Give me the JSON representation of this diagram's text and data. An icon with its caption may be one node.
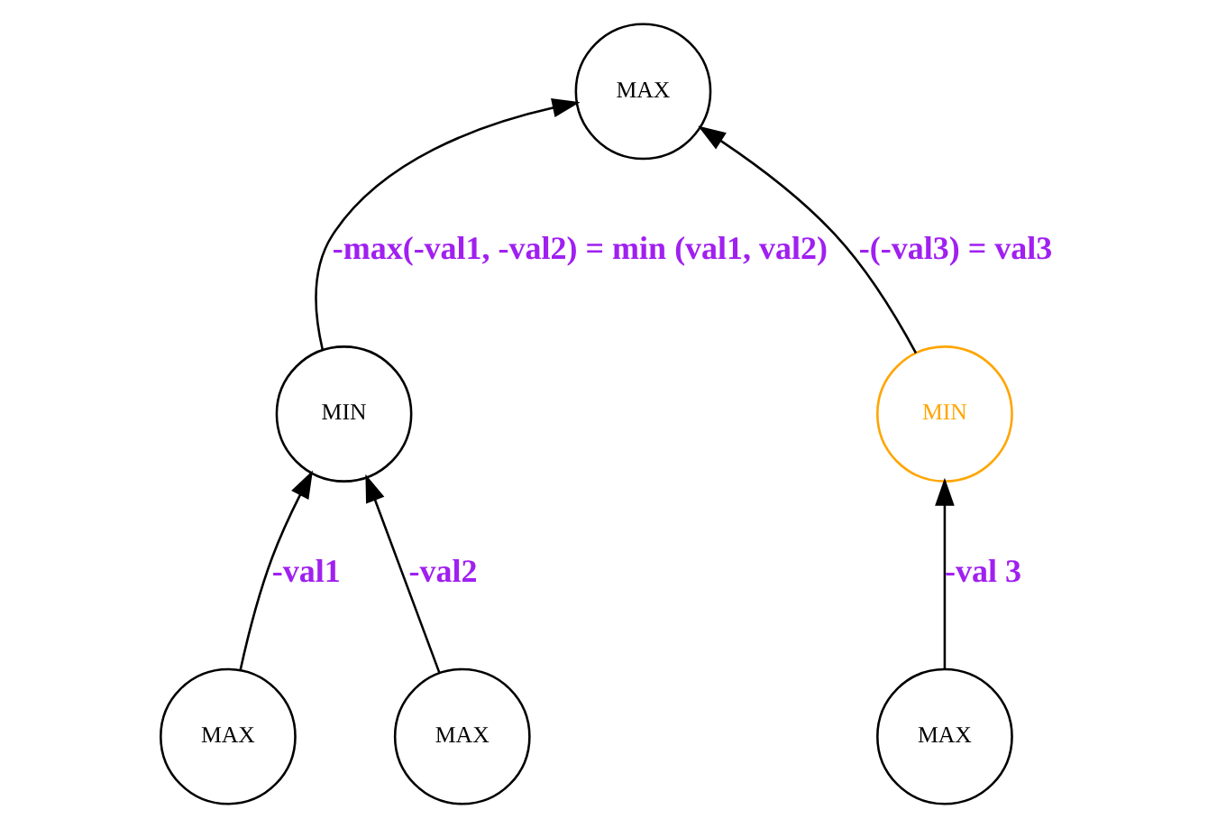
{
  "diagram": {
    "nodes": [
      {
        "text": [
          "MAX"
        ]
      },
      {
        "text": [
          "MIN"
        ]
      },
      {
        "text": [
          "MIN"
        ]
      },
      {
        "text": [
          "MAX"
        ]
      },
      {
        "text": [
          "MAX"
        ]
      },
      {
        "text": [
          "MAX"
        ]
      }
    ],
    "edges": [
      {
        "from": 1,
        "to": 0,
        "arrow": "to",
        "label": "-max(-val1, -val2) = min (val1, val2)"
      },
      {
        "from": 2,
        "to": 0,
        "arrow": "to",
        "label": "-(-val3) = val3"
      },
      {
        "from": 3,
        "to": 1,
        "arrow": "to",
        "label": "-val1"
      },
      {
        "from": 4,
        "to": 1,
        "arrow": "to",
        "label": "-val2"
      },
      {
        "from": 5,
        "to": 2,
        "arrow": "to",
        "label": "-val 3"
      }
    ]
  }
}
